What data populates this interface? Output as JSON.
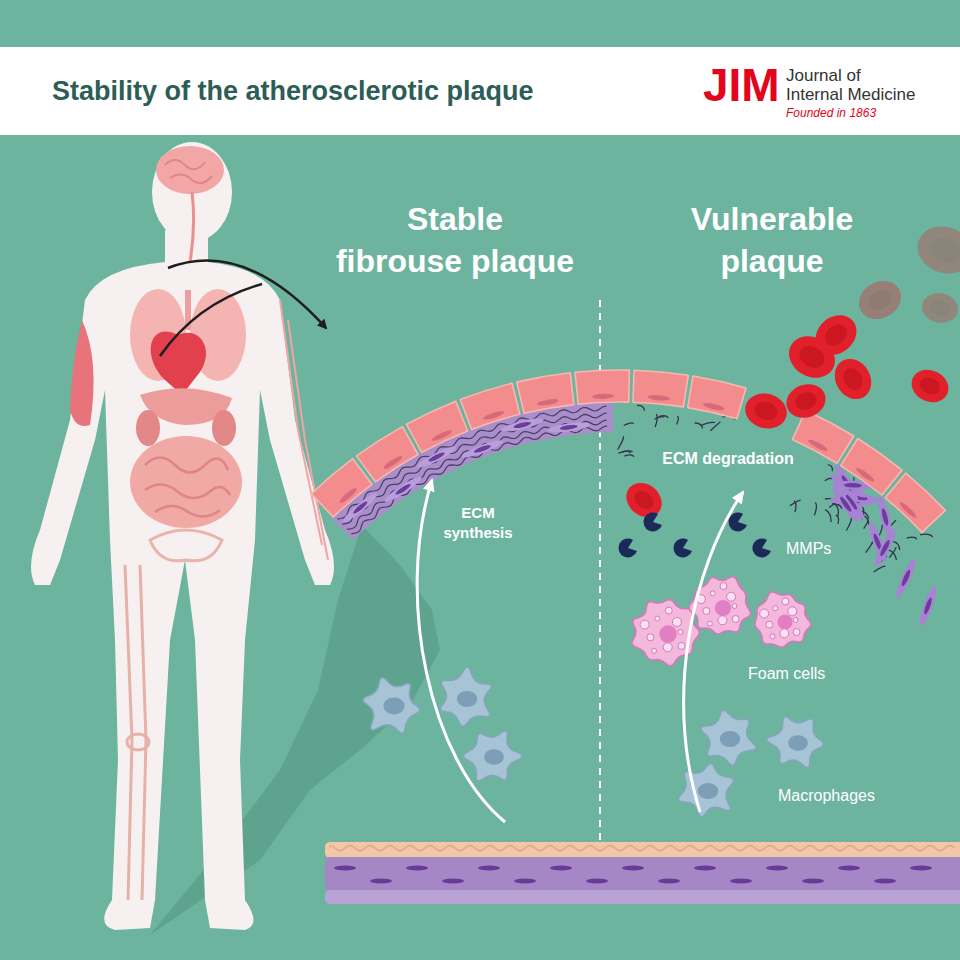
{
  "diagram": {
    "title": "Stability of the atherosclerotic plaque",
    "labels": [
      "JIM",
      "Journal of Internal Medicine",
      "Founded in 1863",
      "Stable fibrouse plaque",
      "Vulnerable plaque",
      "ECM synthesis",
      "ECM degradation",
      "MMPs",
      "Foam cells",
      "Macrophages"
    ]
  }
}
